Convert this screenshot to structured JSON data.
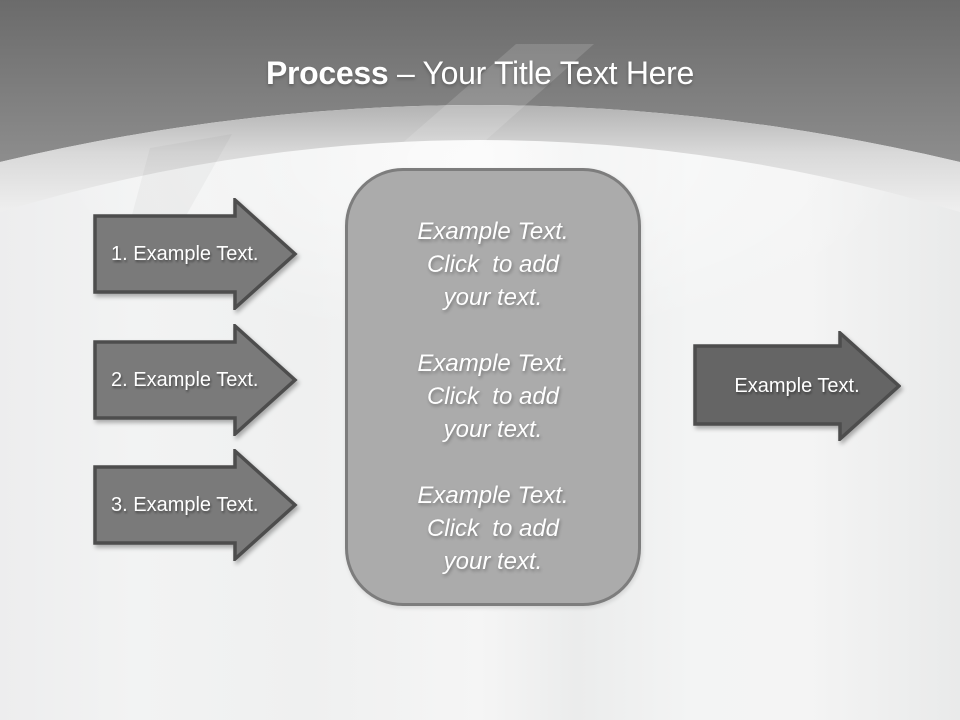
{
  "slide": {
    "header": {
      "title_emphasis": "Process ",
      "title_rest": "– Your Title Text Here"
    },
    "left_arrows": [
      {
        "label": "1. Example Text."
      },
      {
        "label": "2. Example Text."
      },
      {
        "label": "3. Example Text."
      }
    ],
    "center_panel": {
      "blocks": [
        {
          "line1": "Example Text.",
          "line2": "Click  to add",
          "line3": "your text."
        },
        {
          "line1": "Example Text.",
          "line2": "Click  to add",
          "line3": "your text."
        },
        {
          "line1": "Example Text.",
          "line2": "Click  to add",
          "line3": "your text."
        }
      ]
    },
    "right_arrow": {
      "label": "Example Text."
    },
    "colors": {
      "header_top": "#6b6b6b",
      "header_bottom": "#8d8d8d",
      "arc_band_start": "#b3b3b3",
      "arc_band_end": "#efefef",
      "body_background": "#f1f2f2",
      "left_arrow_fill": "#7a7a7a",
      "right_arrow_fill": "#656565",
      "arrow_outline": "#4d4d4d",
      "panel_fill": "#ababab",
      "panel_border": "#7d7d7d",
      "text_color": "#ffffff"
    }
  }
}
